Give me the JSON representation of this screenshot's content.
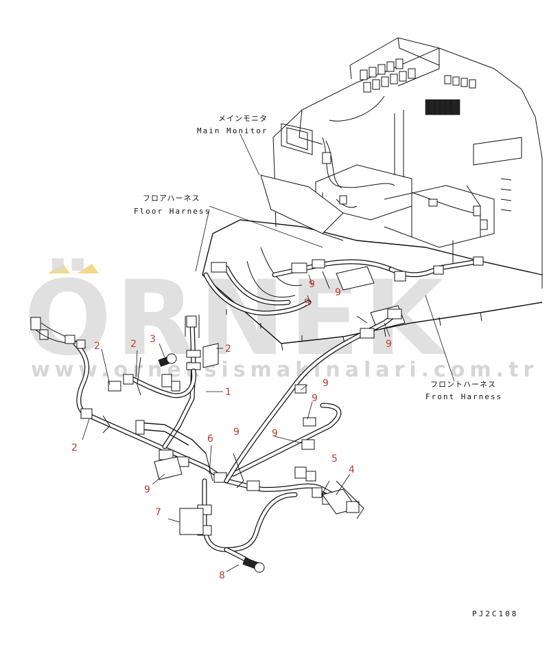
{
  "diagram": {
    "callouts": {
      "c1": "1",
      "c2a": "2",
      "c2b": "2",
      "c2c": "2",
      "c2d": "2",
      "c3": "3",
      "c4": "4",
      "c5": "5",
      "c6": "6",
      "c7": "7",
      "c8": "8",
      "c9a": "9",
      "c9b": "9",
      "c9c": "9",
      "c9d": "9",
      "c9e": "9",
      "c9f": "9",
      "c9g": "9",
      "c9h": "9",
      "c9i": "9"
    },
    "labels": {
      "main_monitor_jp": "メインモニタ",
      "main_monitor_en": "Main Monitor",
      "floor_harness_jp": "フロアハーネス",
      "floor_harness_en": "Floor Harness",
      "front_harness_jp": "フロントハーネス",
      "front_harness_en": "Front Harness"
    },
    "drawing_code": "PJ2C108"
  },
  "watermark": {
    "brand": "ÖRNEK",
    "url": "www.orneksismakinalari.com.tr"
  },
  "colors": {
    "callout": "#c0392b",
    "watermark_text": "#d9d9d9",
    "watermark_accent": "#f5d98a",
    "line": "#111111"
  }
}
